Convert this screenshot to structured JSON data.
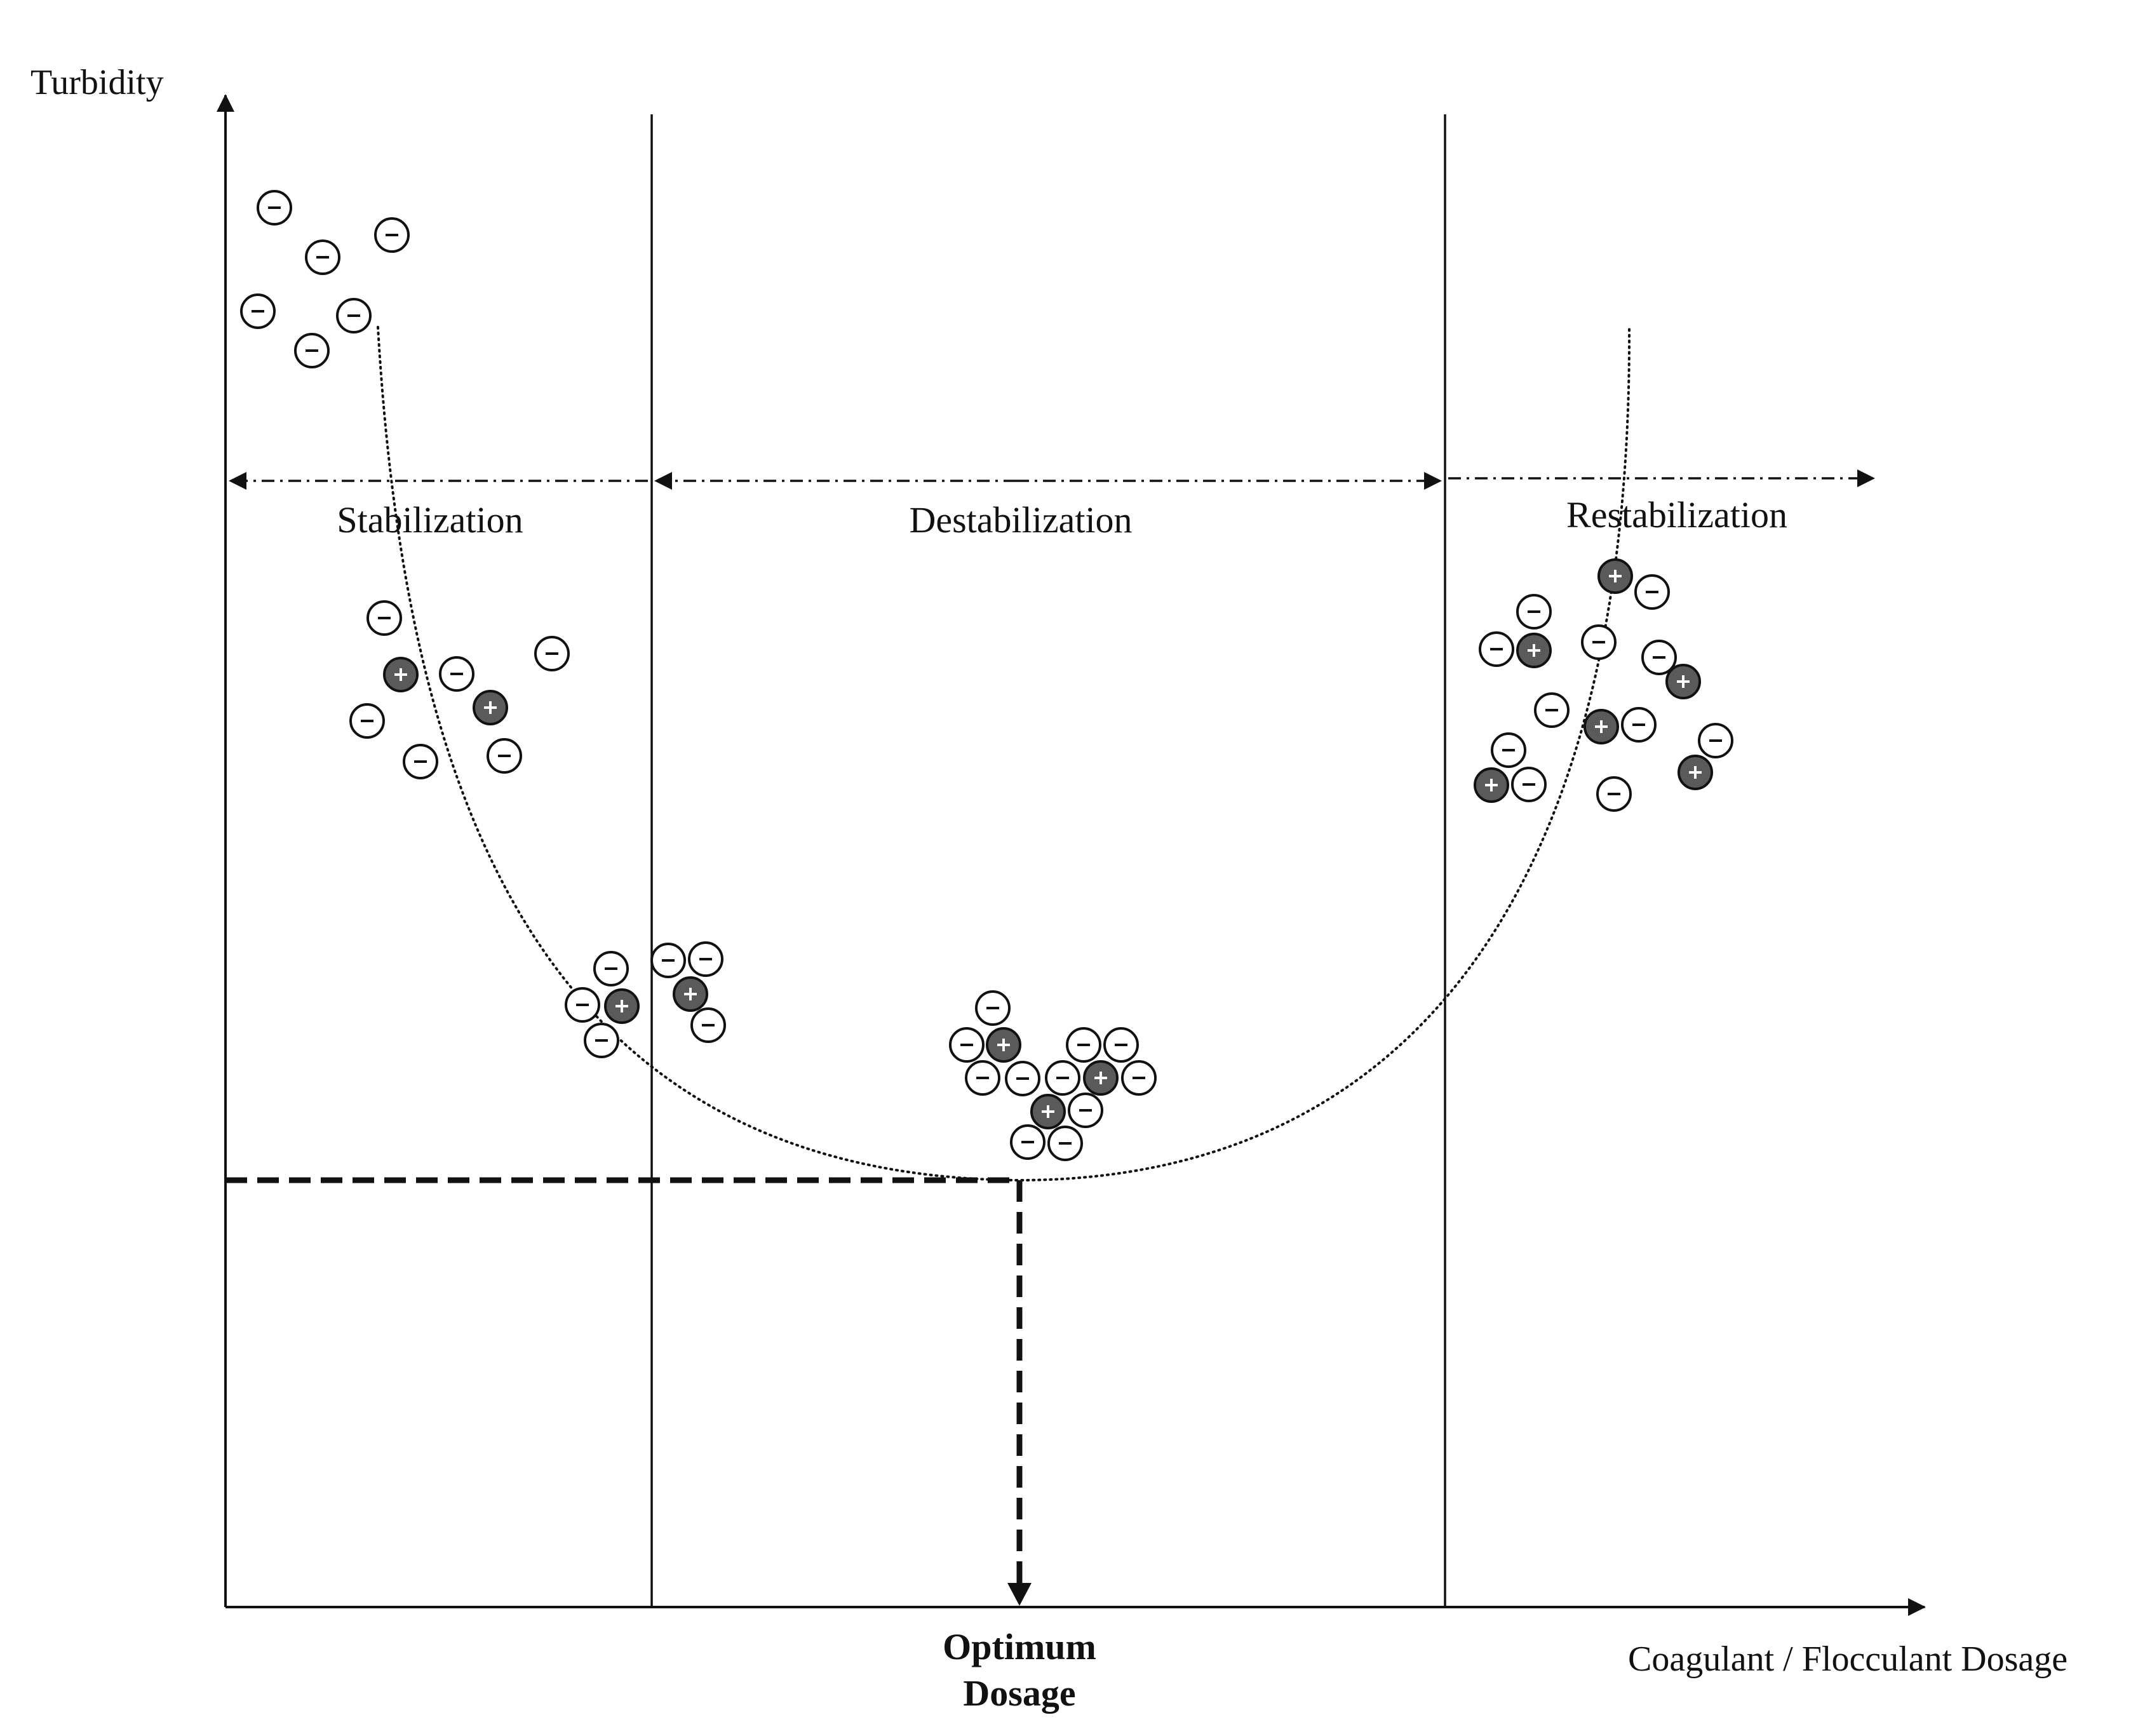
{
  "axes": {
    "y_label": "Turbidity",
    "x_label": "Coagulant / Flocculant Dosage"
  },
  "regions": [
    {
      "id": "stabilization",
      "label": "Stabilization"
    },
    {
      "id": "destabilization",
      "label": "Destabilization"
    },
    {
      "id": "restabilization",
      "label": "Restabilization"
    }
  ],
  "optimum": {
    "line1": "Optimum",
    "line2": "Dosage"
  },
  "particle_legend": {
    "negative_particle": "negative-charge-particle-icon",
    "positive_coagulant": "positive-charge-coagulant-icon"
  },
  "colors": {
    "positive_fill": "#5a5a5a",
    "negative_fill": "#ffffff",
    "line": "#111111"
  }
}
